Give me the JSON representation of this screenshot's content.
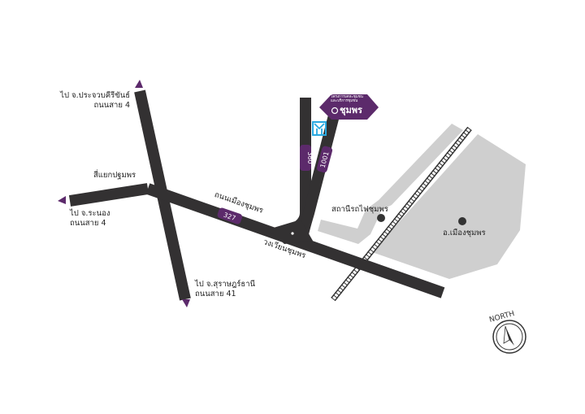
{
  "colors": {
    "road": "#333132",
    "accent": "#5c2a6b",
    "area": "#cfcfcf",
    "water": "#29a8e0"
  },
  "destinations": {
    "north": {
      "line1": "ไป จ.ประจวบคีรีขันธ์",
      "line2": "ถนนสาย 4"
    },
    "west": {
      "line1": "ไป จ.ระนอง",
      "line2": "ถนนสาย 4"
    },
    "south": {
      "line1": "ไป จ.สุราษฎร์ธานี",
      "line2": "ถนนสาย 41"
    }
  },
  "places": {
    "intersection": "สี่แยกปฐมพร",
    "road_name": "ถนนเมืองชุมพร",
    "roundabout": "วงเวียนชุมพร",
    "station": "สถานีรถไฟชุมพร",
    "city": "อ.เมืองชุมพร"
  },
  "route_numbers": {
    "r327": "327",
    "r360": "360",
    "r1001": "1001"
  },
  "sign": {
    "small1": "โครงการเคหะชุมชน",
    "small2": "และบริการชุมชน",
    "title": "ชุมพร"
  },
  "compass": {
    "label": "NORTH"
  }
}
